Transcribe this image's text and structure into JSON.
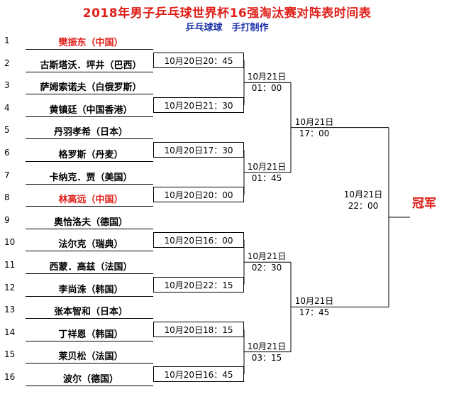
{
  "title": "2018年男子乒乓球世界杯16强淘汰赛对阵表时间表",
  "subtitle": "乒乓球球　手打制作",
  "players": [
    {
      "seed": "1",
      "name": "樊振东（中国）",
      "highlight": true
    },
    {
      "seed": "2",
      "name": "古斯塔沃．坪井（巴西）",
      "highlight": false
    },
    {
      "seed": "3",
      "name": "萨姆索诺夫（白俄罗斯）",
      "highlight": false
    },
    {
      "seed": "4",
      "name": "黄镇廷（中国香港）",
      "highlight": false
    },
    {
      "seed": "5",
      "name": "丹羽孝希（日本）",
      "highlight": false
    },
    {
      "seed": "6",
      "name": "格罗斯（丹麦）",
      "highlight": false
    },
    {
      "seed": "7",
      "name": "卡纳克．贾（美国）",
      "highlight": false
    },
    {
      "seed": "8",
      "name": "林高远（中国）",
      "highlight": true
    },
    {
      "seed": "9",
      "name": "奥恰洛夫（德国）",
      "highlight": false
    },
    {
      "seed": "10",
      "name": "法尔克（瑞典）",
      "highlight": false
    },
    {
      "seed": "11",
      "name": "西蒙．高兹（法国）",
      "highlight": false
    },
    {
      "seed": "12",
      "name": "李尚洙（韩国）",
      "highlight": false
    },
    {
      "seed": "13",
      "name": "张本智和（日本）",
      "highlight": false
    },
    {
      "seed": "14",
      "name": "丁祥恩（韩国）",
      "highlight": false
    },
    {
      "seed": "15",
      "name": "莱贝松（法国）",
      "highlight": false
    },
    {
      "seed": "16",
      "name": "波尔（德国）",
      "highlight": false
    }
  ],
  "round_of_16": [
    "10月20日20：45",
    "10月20日21：30",
    "10月20日17：30",
    "10月20日20：00",
    "10月20日16：00",
    "10月20日22：15",
    "10月20日18：15",
    "10月20日16：45"
  ],
  "quarterfinals": [
    {
      "date": "10月21日",
      "time": "01：00"
    },
    {
      "date": "10月21日",
      "time": "01：45"
    },
    {
      "date": "10月21日",
      "time": "02：30"
    },
    {
      "date": "10月21日",
      "time": "03：15"
    }
  ],
  "semifinals": [
    {
      "date": "10月21日",
      "time": "17：00"
    },
    {
      "date": "10月21日",
      "time": "17：45"
    }
  ],
  "final": {
    "date": "10月21日",
    "time": "22：00"
  },
  "champion_label": "冠军",
  "colors": {
    "title": "#e0201b",
    "subtitle": "#1a2fa8",
    "highlight": "#e0201b"
  }
}
